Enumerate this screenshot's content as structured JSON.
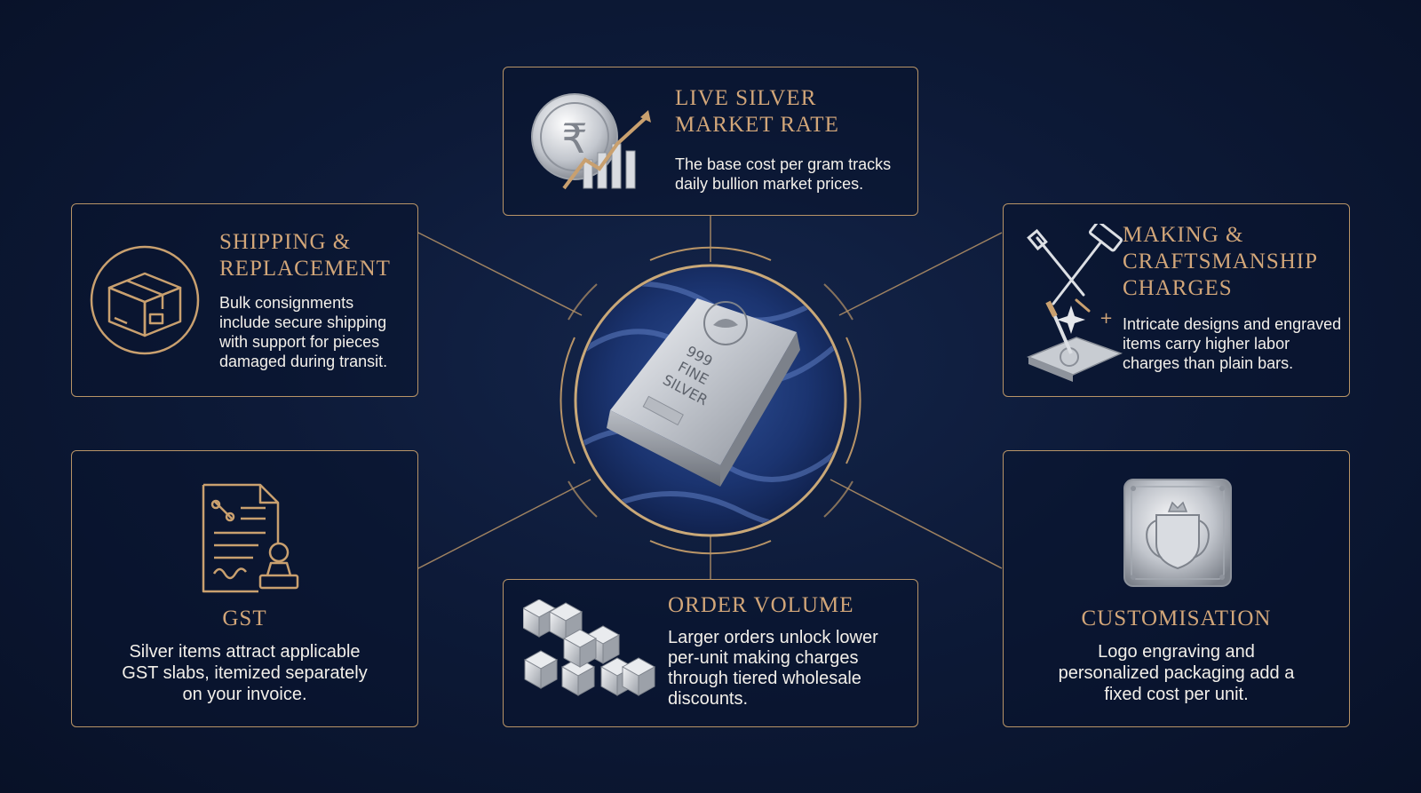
{
  "colors": {
    "accent": "#b89467",
    "title": "#d2a679",
    "text": "#f3f0ea",
    "background": "#0b1630"
  },
  "center": {
    "bar_text": "999\nFINE\nSILVER",
    "icon": "silver-bar-icon"
  },
  "cards": {
    "market_rate": {
      "title": "LIVE SILVER\nMARKET RATE",
      "desc": "The base cost per gram tracks\ndaily bullion market prices.",
      "icon": "coin-chart-icon"
    },
    "shipping": {
      "title": "SHIPPING &\nREPLACEMENT",
      "desc": "Bulk consignments\ninclude secure shipping\nwith support for pieces\ndamaged during transit.",
      "icon": "package-icon"
    },
    "making": {
      "title": "MAKING &\nCRAFTSMANSHIP\nCHARGES",
      "desc": "Intricate designs and engraved\nitems carry higher labor\ncharges than plain bars.",
      "icon": "tools-icon"
    },
    "gst": {
      "title": "GST",
      "desc": "Silver items attract applicable\nGST slabs, itemized separately\non your invoice.",
      "icon": "tax-document-icon"
    },
    "volume": {
      "title": "ORDER VOLUME",
      "desc": "Larger orders unlock lower\nper-unit making charges\nthrough tiered wholesale\ndiscounts.",
      "icon": "stacked-boxes-icon"
    },
    "custom": {
      "title": "CUSTOMISATION",
      "desc": "Logo engraving and\npersonalized packaging add a\nfixed cost per unit.",
      "icon": "engraved-plate-icon"
    }
  }
}
